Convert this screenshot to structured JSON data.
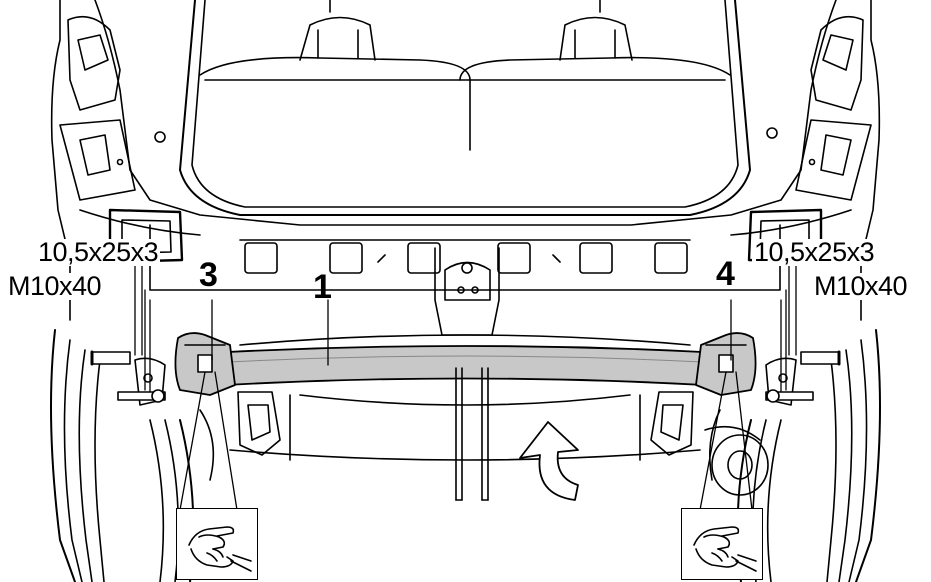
{
  "callouts": {
    "part_1": "1",
    "part_3": "3",
    "part_4": "4"
  },
  "specs": {
    "left_washer": "10,5x25x3",
    "left_bolt": "M10x40",
    "right_washer": "10,5x25x3",
    "right_bolt": "M10x40"
  },
  "icons": {
    "left_hand": "hand-tighten-icon",
    "right_hand": "hand-tighten-icon",
    "arrow": "curved-lift-arrow-icon"
  },
  "colors": {
    "line": "#000000",
    "beam_fill": "#c8c8c8",
    "background": "#ffffff"
  }
}
